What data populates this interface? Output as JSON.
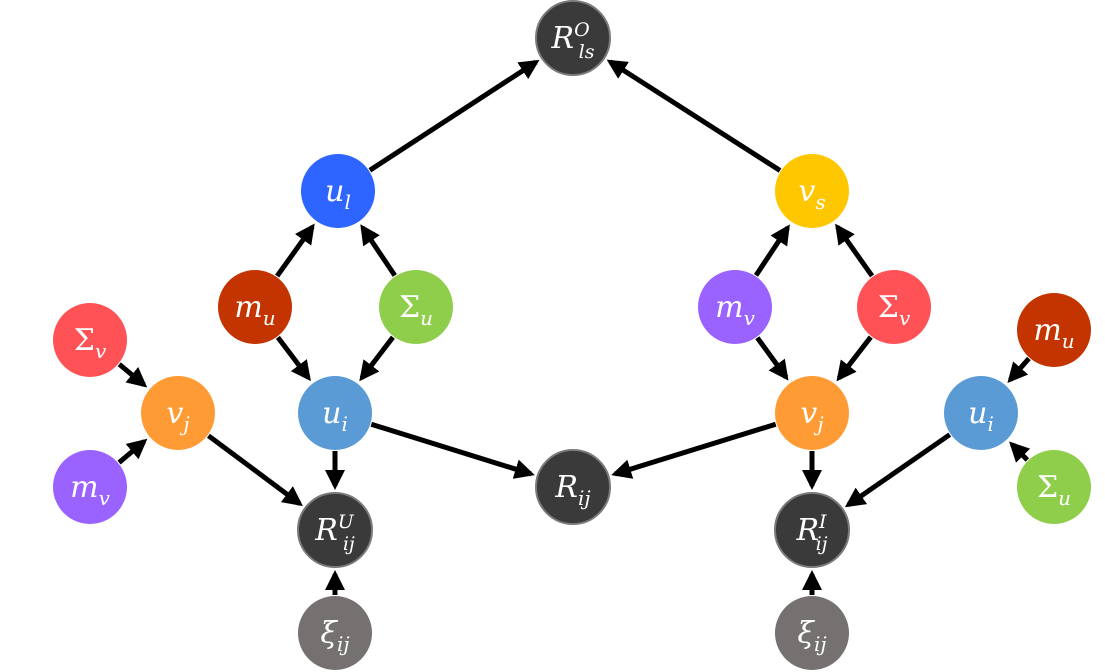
{
  "colors": {
    "dark": "#3a3a3a",
    "dark_stroke": "#7a7a7a",
    "gray": "#767171",
    "blue": "#2e64ff",
    "yellow": "#ffc700",
    "red_mean": "#c33400",
    "green": "#8fce4a",
    "purple": "#9a63ff",
    "coral": "#ff5257",
    "orange": "#ff9b34",
    "light_blue": "#5b9bd5"
  },
  "nodes": {
    "R_ls_O": {
      "symbol": "R",
      "sup": "O",
      "sub": "ls",
      "color": "dark"
    },
    "u_l": {
      "symbol": "u",
      "sub": "l",
      "color": "blue"
    },
    "v_s": {
      "symbol": "v",
      "sub": "s",
      "color": "yellow"
    },
    "m_u_left": {
      "symbol": "m",
      "sub": "u",
      "color": "red_mean"
    },
    "Sigma_u_left": {
      "symbol": "Σ",
      "sub": "u",
      "color": "green"
    },
    "m_v_right": {
      "symbol": "m",
      "sub": "v",
      "color": "purple"
    },
    "Sigma_v_right": {
      "symbol": "Σ",
      "sub": "v",
      "color": "coral"
    },
    "u_i_center": {
      "symbol": "u",
      "sub": "i",
      "color": "light_blue"
    },
    "v_j_center": {
      "symbol": "v",
      "sub": "j",
      "color": "orange"
    },
    "R_ij": {
      "symbol": "R",
      "sub": "ij",
      "color": "dark"
    },
    "R_ij_U": {
      "symbol": "R",
      "sup": "U",
      "sub": "ij",
      "color": "dark"
    },
    "R_ij_I": {
      "symbol": "R",
      "sup": "I",
      "sub": "ij",
      "color": "dark"
    },
    "xi_left": {
      "symbol": "ξ",
      "sub": "ij",
      "color": "gray"
    },
    "xi_right": {
      "symbol": "ξ",
      "sub": "ij",
      "color": "gray"
    },
    "Sigma_v_far_left": {
      "symbol": "Σ",
      "sub": "v",
      "color": "coral"
    },
    "v_j_far_left": {
      "symbol": "v",
      "sub": "j",
      "color": "orange"
    },
    "m_v_far_left": {
      "symbol": "m",
      "sub": "v",
      "color": "purple"
    },
    "m_u_far_right": {
      "symbol": "m",
      "sub": "u",
      "color": "red_mean"
    },
    "u_i_far_right": {
      "symbol": "u",
      "sub": "i",
      "color": "light_blue"
    },
    "Sigma_u_far_right": {
      "symbol": "Σ",
      "sub": "u",
      "color": "green"
    }
  },
  "edges": [
    {
      "from": "u_l",
      "to": "R_ls_O"
    },
    {
      "from": "v_s",
      "to": "R_ls_O"
    },
    {
      "from": "m_u_left",
      "to": "u_l"
    },
    {
      "from": "Sigma_u_left",
      "to": "u_l"
    },
    {
      "from": "m_u_left",
      "to": "u_i_center"
    },
    {
      "from": "Sigma_u_left",
      "to": "u_i_center"
    },
    {
      "from": "m_v_right",
      "to": "v_s"
    },
    {
      "from": "Sigma_v_right",
      "to": "v_s"
    },
    {
      "from": "m_v_right",
      "to": "v_j_center"
    },
    {
      "from": "Sigma_v_right",
      "to": "v_j_center"
    },
    {
      "from": "u_i_center",
      "to": "R_ij"
    },
    {
      "from": "v_j_center",
      "to": "R_ij"
    },
    {
      "from": "u_i_center",
      "to": "R_ij_U"
    },
    {
      "from": "v_j_center",
      "to": "R_ij_I"
    },
    {
      "from": "xi_left",
      "to": "R_ij_U"
    },
    {
      "from": "xi_right",
      "to": "R_ij_I"
    },
    {
      "from": "Sigma_v_far_left",
      "to": "v_j_far_left"
    },
    {
      "from": "m_v_far_left",
      "to": "v_j_far_left"
    },
    {
      "from": "v_j_far_left",
      "to": "R_ij_U"
    },
    {
      "from": "m_u_far_right",
      "to": "u_i_far_right"
    },
    {
      "from": "Sigma_u_far_right",
      "to": "u_i_far_right"
    },
    {
      "from": "u_i_far_right",
      "to": "R_ij_I"
    }
  ]
}
